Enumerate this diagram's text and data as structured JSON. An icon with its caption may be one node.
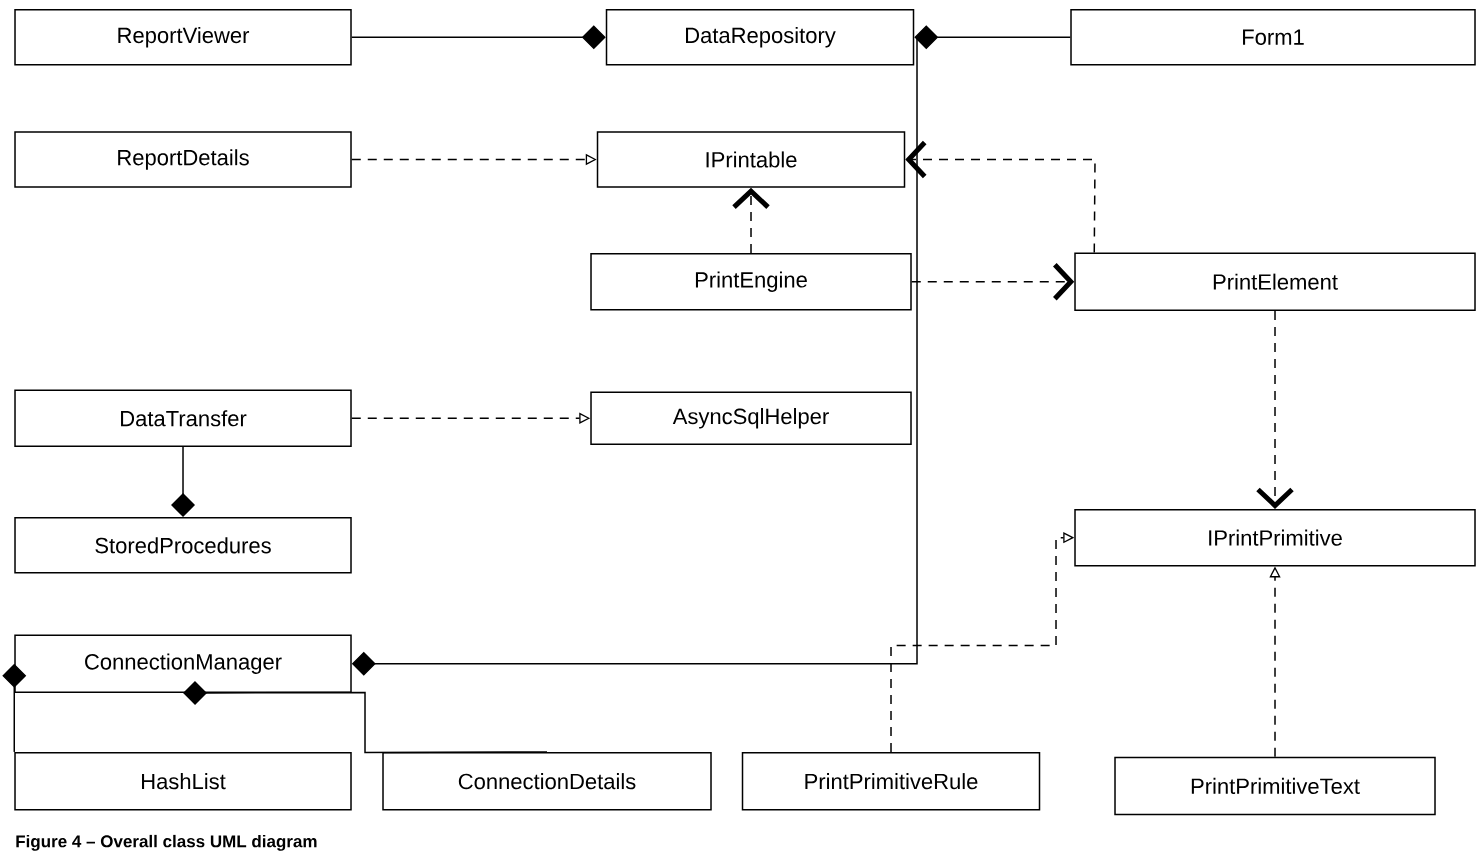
{
  "diagram": {
    "caption": "Figure 4 – Overall class UML diagram",
    "nodes": [
      {
        "text": [
          "ReportViewer"
        ]
      },
      {
        "text": [
          "DataRepository"
        ]
      },
      {
        "text": [
          "Form1"
        ]
      },
      {
        "text": [
          "ReportDetails"
        ]
      },
      {
        "text": [
          "IPrintable"
        ]
      },
      {
        "text": [
          "PrintEngine"
        ]
      },
      {
        "text": [
          "PrintElement"
        ]
      },
      {
        "text": [
          "DataTransfer"
        ]
      },
      {
        "text": [
          "AsyncSqlHelper"
        ]
      },
      {
        "text": [
          "StoredProcedures"
        ]
      },
      {
        "text": [
          "IPrintPrimitive"
        ]
      },
      {
        "text": [
          "ConnectionManager"
        ]
      },
      {
        "text": [
          "HashList"
        ]
      },
      {
        "text": [
          "ConnectionDetails"
        ]
      },
      {
        "text": [
          "PrintPrimitiveRule"
        ]
      },
      {
        "text": [
          "PrintPrimitiveText"
        ]
      }
    ],
    "edges": [
      {
        "from": 0,
        "to": 1,
        "arrow": "other"
      },
      {
        "from": 2,
        "to": 1,
        "arrow": "other"
      },
      {
        "from": 1,
        "to": 11,
        "arrow": "other"
      },
      {
        "from": 3,
        "to": 4,
        "arrow": "to",
        "style": "dashed"
      },
      {
        "from": 6,
        "to": 4,
        "arrow": "to",
        "style": "dashed"
      },
      {
        "from": 5,
        "to": 4,
        "arrow": "to",
        "style": "dashed"
      },
      {
        "from": 5,
        "to": 6,
        "arrow": "to",
        "style": "dashed"
      },
      {
        "from": 6,
        "to": 10,
        "arrow": "to",
        "style": "dashed"
      },
      {
        "from": 7,
        "to": 8,
        "arrow": "to",
        "style": "dashed"
      },
      {
        "from": 7,
        "to": 9,
        "arrow": "other"
      },
      {
        "from": 12,
        "to": 11,
        "arrow": "other"
      },
      {
        "from": 13,
        "to": 11,
        "arrow": "other"
      },
      {
        "from": 14,
        "to": 10,
        "arrow": "to",
        "style": "dashed"
      },
      {
        "from": 15,
        "to": 10,
        "arrow": "to",
        "style": "dashed"
      }
    ]
  }
}
